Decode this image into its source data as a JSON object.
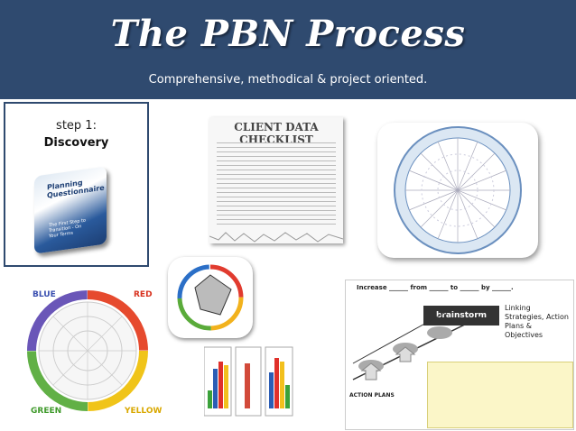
{
  "header": {
    "title": "The PBN Process",
    "subtitle": "Comprehensive, methodical & project oriented."
  },
  "step": {
    "line1": "step 1:",
    "line2": "Discovery"
  },
  "booklet": {
    "title": "Planning Questionnaire",
    "subtitle": "The First Step to Transition - On Your Terms"
  },
  "checklist": {
    "title": "CLIENT DATA CHECKLIST"
  },
  "color_wheel": {
    "blue_label": "BLUE",
    "red_label": "RED",
    "green_label": "GREEN",
    "yellow_label": "YELLOW"
  },
  "brainstorm": {
    "logo": "brainstorm",
    "heading": "Linking Strategies, Action Plans & Objectives",
    "increase_line": "Increase ______ from ______ to ______ by ______.",
    "action_plans": "ACTION PLANS"
  },
  "colors": {
    "header_bg": "#2f4a6f",
    "accent_blue": "#2a5a9c"
  }
}
